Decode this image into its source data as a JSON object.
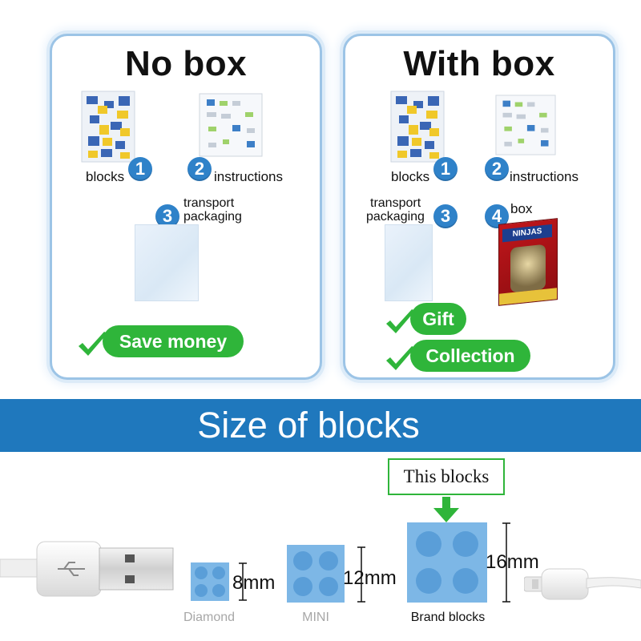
{
  "panels": {
    "no_box": {
      "title": "No box",
      "items": [
        {
          "number": "1",
          "label": "blocks"
        },
        {
          "number": "2",
          "label": "instructions"
        },
        {
          "number": "3",
          "label_line1": "transport",
          "label_line2": "packaging"
        }
      ],
      "benefits": [
        "Save money"
      ]
    },
    "with_box": {
      "title": "With box",
      "items": [
        {
          "number": "1",
          "label": "blocks"
        },
        {
          "number": "2",
          "label": "instructions"
        },
        {
          "number": "3",
          "label_line1": "transport",
          "label_line2": "packaging"
        },
        {
          "number": "4",
          "label": "box",
          "box_text": "NINJAS"
        }
      ],
      "benefits": [
        "Gift",
        "Collection"
      ]
    }
  },
  "banner": {
    "title": "Size of blocks"
  },
  "sizes": {
    "callout": "This blocks",
    "diamond": {
      "size": "8mm",
      "caption": "Diamond"
    },
    "mini": {
      "size": "12mm",
      "caption": "MINI"
    },
    "brand": {
      "size": "16mm",
      "caption": "Brand blocks"
    }
  },
  "colors": {
    "accent_blue": "#2f82c9",
    "banner_blue": "#1f78bd",
    "green": "#2fb53a",
    "brick_blue": "#7db7e6"
  }
}
